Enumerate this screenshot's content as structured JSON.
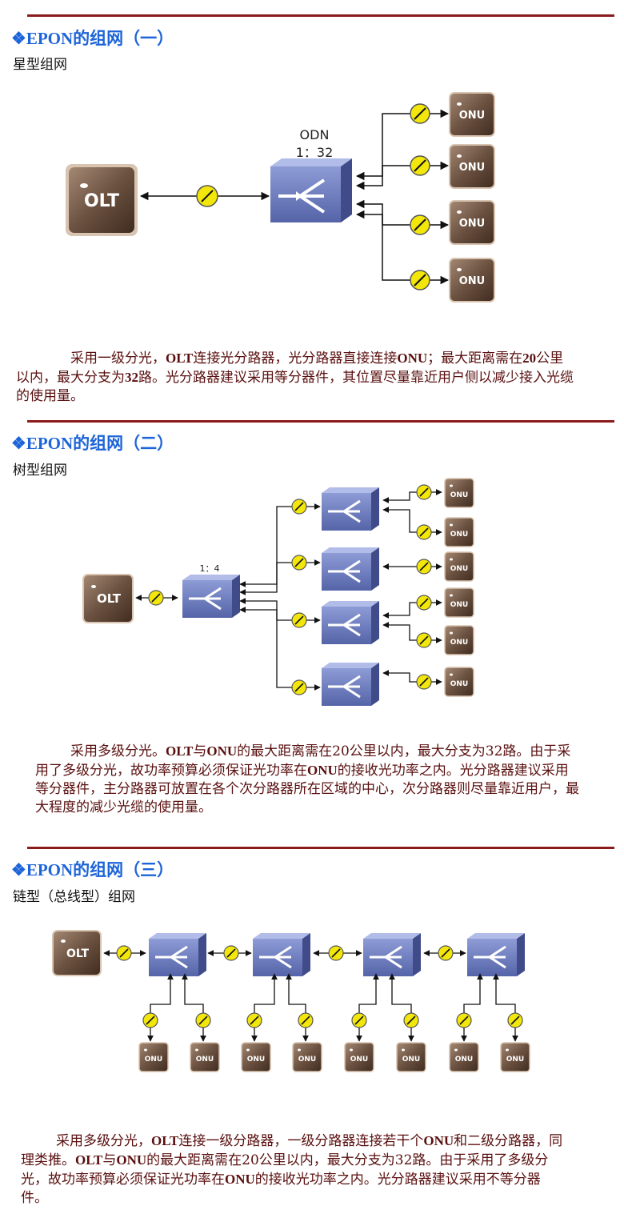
{
  "sections": [
    {
      "title": "❖EPON的组网（一）",
      "subtitle": "星型组网",
      "diagram": {
        "odn_label": "ODN",
        "ratio_label": "1：32",
        "olt_label": "OLT",
        "onu_label": "ONU"
      },
      "paragraph": [
        "采用一级分光，",
        "OLT",
        "连接光分路器，光分路器直接连接",
        "ONU",
        "；最大距离需在",
        "20",
        "公里以内，最大分支为",
        "32",
        "路。光分路器建议采用等分器件，其位置尽量靠近用户侧以减少接入光缆的使用量。"
      ]
    },
    {
      "title": "❖EPON的组网（二）",
      "subtitle": "树型组网",
      "diagram": {
        "ratio_label": "1：4",
        "olt_label": "OLT",
        "onu_label": "ONU"
      },
      "paragraph": [
        "采用多级分光。",
        "OLT",
        "与",
        "ONU",
        "的最大距离需在20公里以内，最大分支为32路。由于采用了多级分光，故功率预算必须保证光功率在",
        "ONU",
        "的接收光功率之内。光分路器建议采用等分器件，主分路器可放置在各个次分路器所在区域的中心，次分路器则尽量靠近用户，最大程度的减少光缆的使用量。"
      ]
    },
    {
      "title": "❖EPON的组网（三）",
      "subtitle": "链型（总线型）组网",
      "diagram": {
        "olt_label": "OLT",
        "onu_label": "ONU"
      },
      "paragraph": [
        "采用多级分光，",
        "OLT",
        "连接一级分路器，一级分路器连接若干个",
        "ONU",
        "和二级分路器，同理类推。",
        "OLT",
        "与",
        "ONU",
        "的最大距离需在20公里以内，最大分支为32路。由于采用了多级分光，故功率预算必须保证光功率在",
        "ONU",
        "的接收光功率之内。光分路器建议采用不等分器件。"
      ]
    }
  ],
  "colors": {
    "title": "#1d64d8",
    "rule": "#8b1a1a",
    "paragraph": "#5a0f0f",
    "splitter": "#6a7ab8",
    "meter": "#f2e60a",
    "device": "#6b5140"
  }
}
